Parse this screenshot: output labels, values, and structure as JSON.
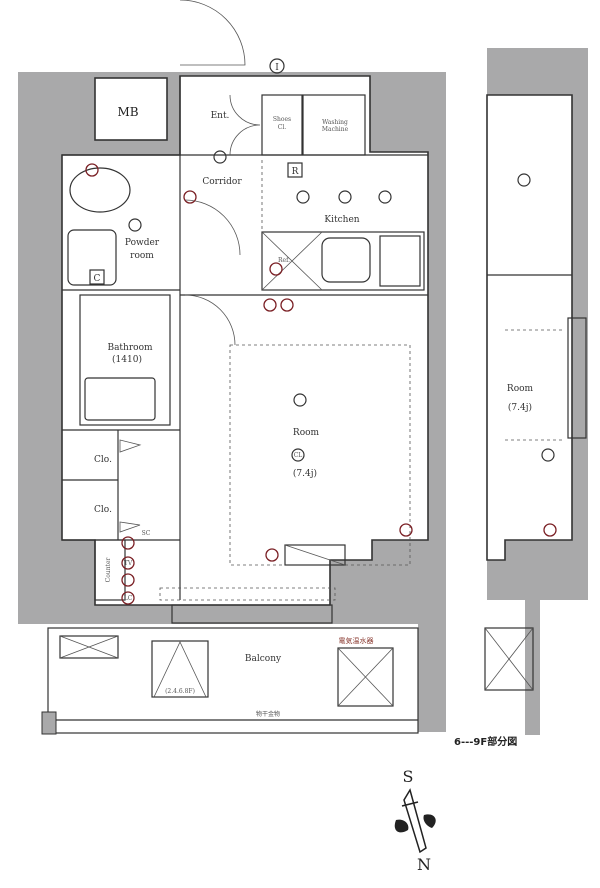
{
  "plan": {
    "rooms": {
      "mb": "MB",
      "entrance": "Ent.",
      "shoes_closet_1": "Shoes",
      "shoes_closet_2": "Cl.",
      "washing_1": "Washing",
      "washing_2": "Machine",
      "refrigerator_mark": "R",
      "corridor": "Corridor",
      "kitchen": "Kitchen",
      "ref": "Ref.",
      "powder_1": "Powder",
      "powder_2": "room",
      "c_mark": "C",
      "bathroom": "Bathroom",
      "bathroom_size": "(1410)",
      "closet_1": "Clo.",
      "closet_2": "Clo.",
      "counter": "Counter",
      "room": "Room",
      "room_cl": "CL",
      "room_size": "(7.4j)",
      "balcony": "Balcony",
      "balcony_floors": "(2.4.6.8F)",
      "laundry_hardware": "物干金物",
      "water_heater": "電気温水器",
      "door_mark": "I",
      "sc_mark": "SC",
      "tv_mark": "TV",
      "lc_mark": "LC"
    },
    "partial": {
      "room": "Room",
      "room_size": "(7.4j)",
      "caption": "6---9F部分図"
    },
    "compass": {
      "top": "S",
      "bottom": "N"
    }
  }
}
